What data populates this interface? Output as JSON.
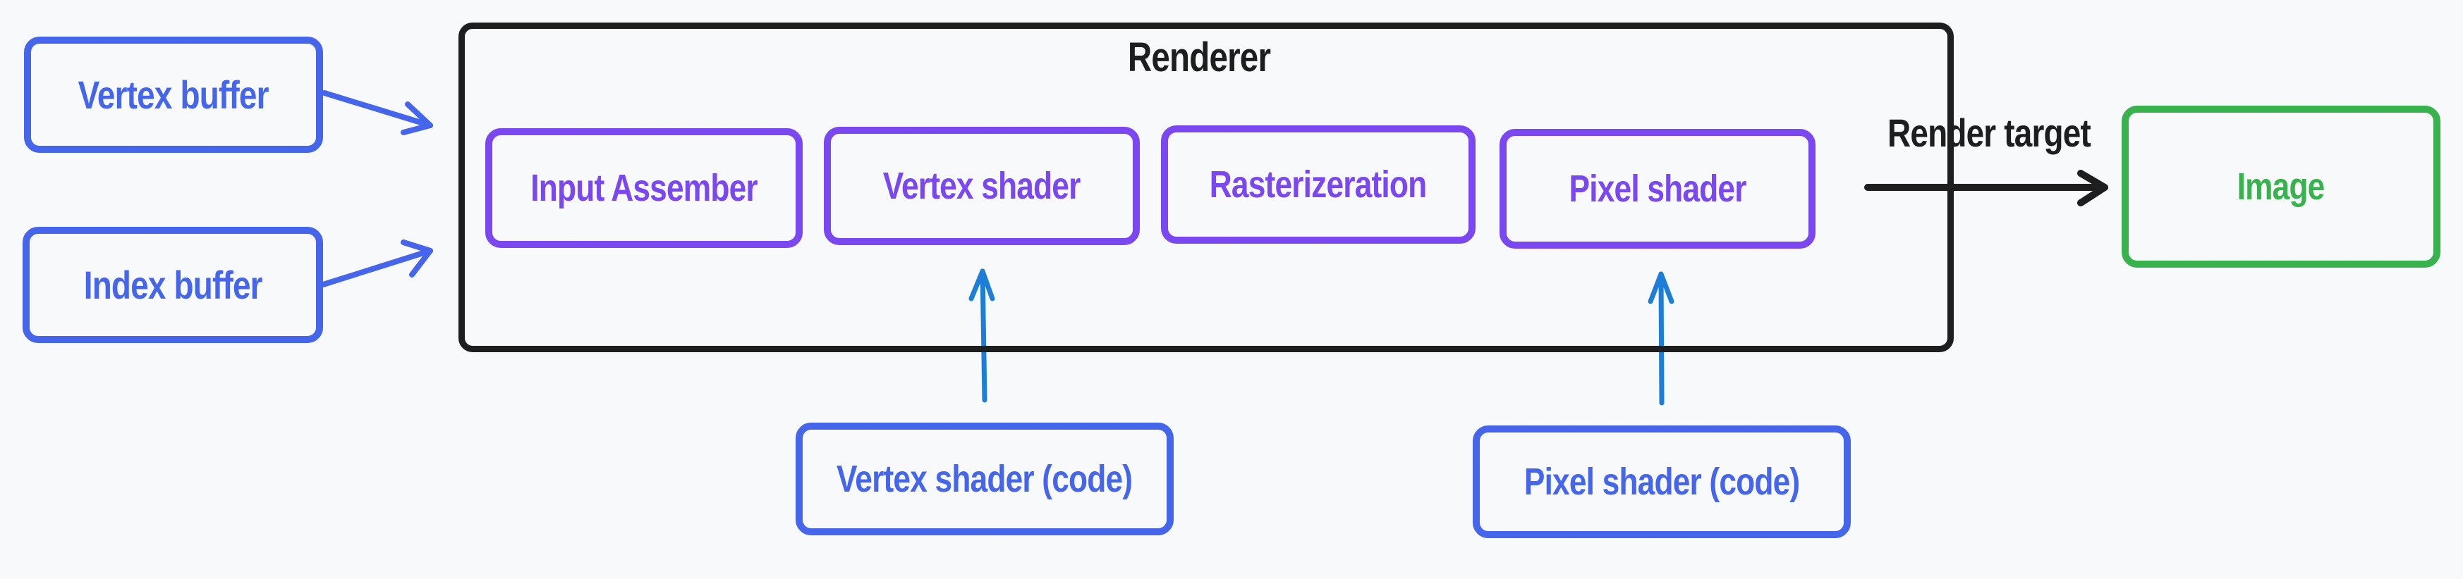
{
  "diagram": {
    "title": "Renderer",
    "colors": {
      "input_blue": "#4566ea",
      "stage_purple": "#7b47f0",
      "output_green": "#37b24d",
      "container_black": "#1e1e1e",
      "shader_arrow_blue": "#1c7ed6",
      "background": "#f8f9fb"
    },
    "inputs": [
      {
        "id": "vertex-buffer",
        "label": "Vertex buffer"
      },
      {
        "id": "index-buffer",
        "label": "Index buffer"
      }
    ],
    "renderer": {
      "label": "Renderer",
      "stages": [
        {
          "id": "input-assembler",
          "label": "Input Assember"
        },
        {
          "id": "vertex-shader",
          "label": "Vertex shader"
        },
        {
          "id": "rasterization",
          "label": "Rasterizeration"
        },
        {
          "id": "pixel-shader",
          "label": "Pixel shader"
        }
      ]
    },
    "shader_code": [
      {
        "id": "vertex-shader-code",
        "label": "Vertex shader (code)",
        "feeds": "vertex-shader"
      },
      {
        "id": "pixel-shader-code",
        "label": "Pixel shader (code)",
        "feeds": "pixel-shader"
      }
    ],
    "output": {
      "edge_label": "Render target",
      "node": {
        "id": "image",
        "label": "Image"
      }
    },
    "edges": [
      {
        "from": "vertex-buffer",
        "to": "renderer"
      },
      {
        "from": "index-buffer",
        "to": "renderer"
      },
      {
        "from": "vertex-shader-code",
        "to": "vertex-shader"
      },
      {
        "from": "pixel-shader-code",
        "to": "pixel-shader"
      },
      {
        "from": "renderer",
        "to": "image",
        "label": "Render target"
      }
    ]
  }
}
